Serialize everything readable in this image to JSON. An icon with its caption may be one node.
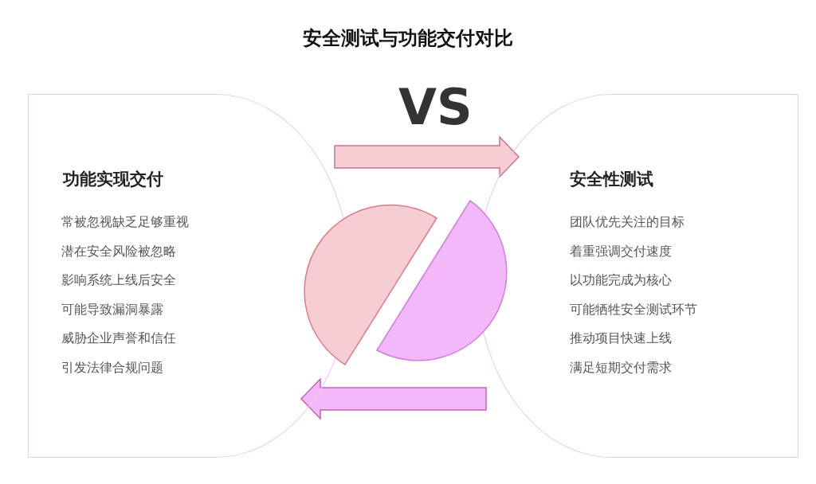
{
  "diagram": {
    "title": "安全测试与功能交付对比",
    "nodes": [
      {
        "text": [
          "功能实现交付",
          "常被忽视缺乏足够重视",
          "潜在安全风险被忽略",
          "影响系统上线后安全",
          "可能导致漏洞暴露",
          "威胁企业声誉和信任",
          "引发法律合规问题"
        ]
      },
      {
        "text": [
          "安全性测试",
          "团队优先关注的目标",
          "着重强调交付速度",
          "以功能完成为核心",
          "可能牺牲安全测试环节",
          "推动项目快速上线",
          "满足短期交付需求"
        ]
      },
      {
        "text": [],
        "shape": "semicircle"
      },
      {
        "text": [],
        "shape": "semicircle"
      }
    ],
    "edges": [
      {
        "from": 0,
        "to": 1,
        "arrow": "to",
        "color": "#f5cdd2"
      },
      {
        "from": 1,
        "to": 0,
        "arrow": "to",
        "color": "#f2b8f8"
      }
    ],
    "labels": [
      "VS"
    ]
  }
}
